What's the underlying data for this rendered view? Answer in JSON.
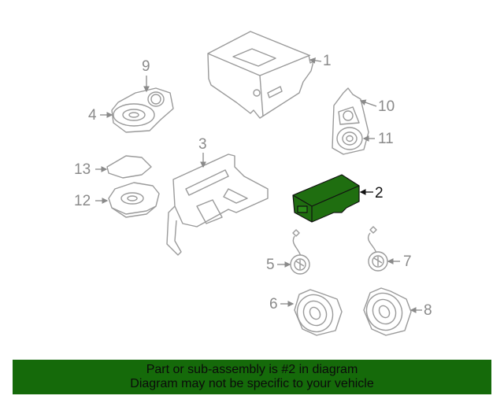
{
  "diagram": {
    "selected_part": "2",
    "colors": {
      "line": "#9a9a9a",
      "selected_fill": "#1f6e10",
      "banner_bg": "#156a0a",
      "banner_text": "#0b0b0b"
    },
    "callouts": [
      {
        "number": "1",
        "part": "radio / amplifier unit"
      },
      {
        "number": "2",
        "part": "module (highlighted)"
      },
      {
        "number": "3",
        "part": "mounting bracket"
      },
      {
        "number": "4",
        "part": "speaker"
      },
      {
        "number": "5",
        "part": "tweeter"
      },
      {
        "number": "6",
        "part": "speaker"
      },
      {
        "number": "7",
        "part": "tweeter"
      },
      {
        "number": "8",
        "part": "speaker"
      },
      {
        "number": "9",
        "part": "speaker housing"
      },
      {
        "number": "10",
        "part": "speaker cover"
      },
      {
        "number": "11",
        "part": "speaker"
      },
      {
        "number": "12",
        "part": "subwoofer"
      },
      {
        "number": "13",
        "part": "pad"
      }
    ]
  },
  "banner": {
    "line1": "Part or sub-assembly is #2 in diagram",
    "line2": "Diagram may not be specific to your vehicle"
  }
}
